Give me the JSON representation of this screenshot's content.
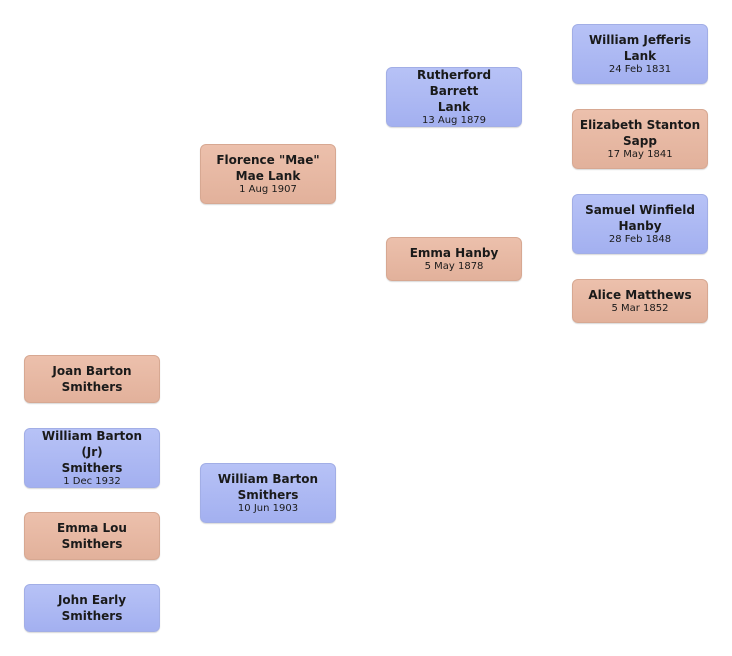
{
  "people": {
    "william_jefferis_lank": {
      "name": "William Jefferis\nLank",
      "date": "24 Feb 1831",
      "gender": "male"
    },
    "elizabeth_stanton_sapp": {
      "name": "Elizabeth Stanton\nSapp",
      "date": "17 May 1841",
      "gender": "female"
    },
    "samuel_winfield_hanby": {
      "name": "Samuel Winfield\nHanby",
      "date": "28 Feb 1848",
      "gender": "male"
    },
    "alice_matthews": {
      "name": "Alice  Matthews",
      "date": "5 Mar 1852",
      "gender": "female"
    },
    "rutherford_barrett_lank": {
      "name": "Rutherford  Barrett\nLank",
      "date": "13 Aug 1879",
      "gender": "male"
    },
    "emma_hanby": {
      "name": "Emma  Hanby",
      "date": "5 May 1878",
      "gender": "female"
    },
    "florence_mae_lank": {
      "name": "Florence \"Mae\"\nMae Lank",
      "date": "1 Aug 1907",
      "gender": "female"
    },
    "william_barton_smithers": {
      "name": "William Barton\nSmithers",
      "date": "10 Jun 1903",
      "gender": "male"
    },
    "joan_barton_smithers": {
      "name": "Joan Barton\nSmithers",
      "date": "",
      "gender": "female"
    },
    "william_barton_jr_smithers": {
      "name": "William Barton (Jr)\nSmithers",
      "date": "1 Dec 1932",
      "gender": "male"
    },
    "emma_lou_smithers": {
      "name": "Emma Lou\nSmithers",
      "date": "",
      "gender": "female"
    },
    "john_early_smithers": {
      "name": "John Early\nSmithers",
      "date": "",
      "gender": "male"
    }
  },
  "colors": {
    "male": "#a3b0f0",
    "female": "#e2b19b"
  }
}
